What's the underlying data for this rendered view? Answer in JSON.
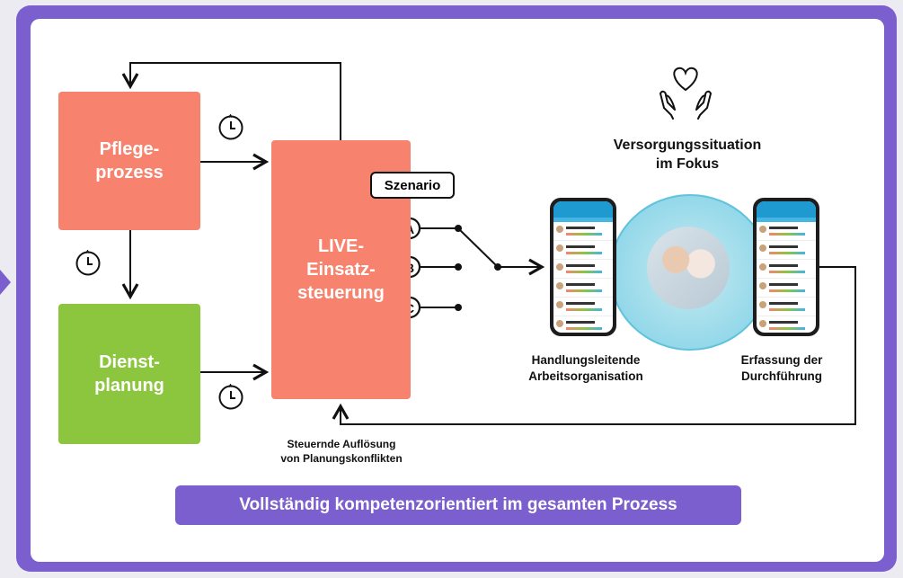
{
  "boxes": {
    "pflege": "Pflege-\nprozess",
    "dienst": "Dienst-\nplanung",
    "live": "LIVE-\nEinsatz-\nsteuerung"
  },
  "scenario": {
    "title": "Szenario",
    "options": [
      "A",
      "B",
      "C"
    ]
  },
  "focus_title": "Versorgungssituation\nim Fokus",
  "phones": {
    "left_caption": "Handlungsleitende\nArbeitsorganisation",
    "right_caption": "Erfassung der\nDurchführung"
  },
  "bottom_caption": "Steuernde Auflösung\nvon Planungskonflikten",
  "banner": "Vollständig kompetenzorientiert im gesamten Prozess",
  "icons": [
    "clock-icon",
    "care-hands-heart-icon"
  ],
  "colors": {
    "purple": "#7b5fce",
    "coral": "#f7836f",
    "green": "#8cc63f",
    "teal": "#7fd0e6"
  }
}
